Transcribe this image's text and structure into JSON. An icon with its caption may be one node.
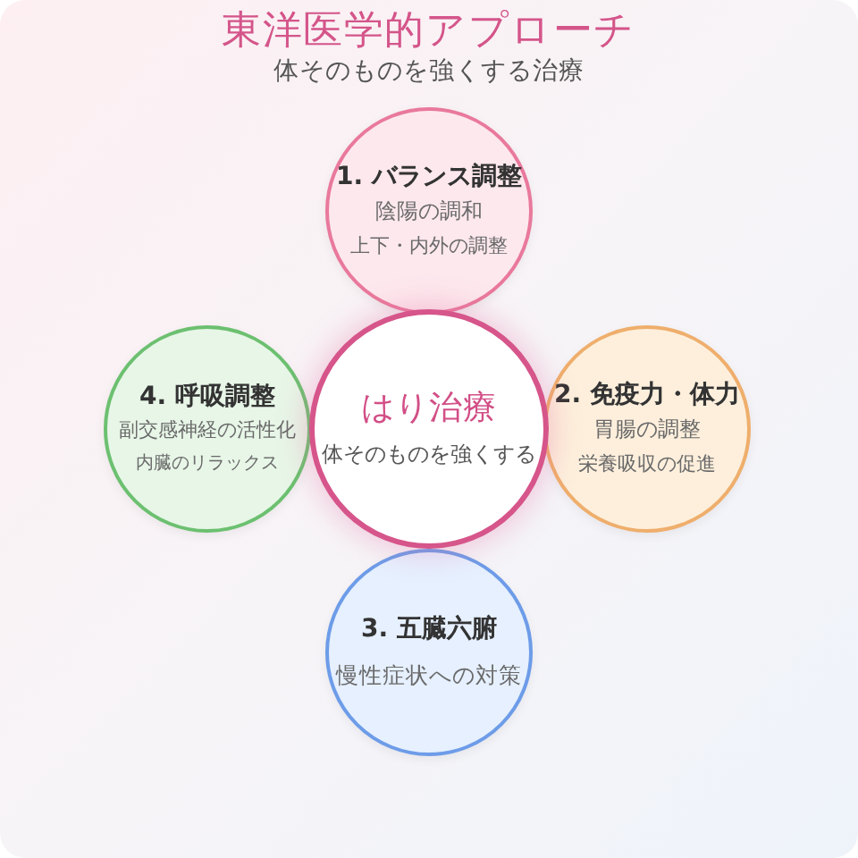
{
  "diagram": {
    "title": "東洋医学的アプローチ",
    "nodes": [
      {
        "text": [
          "1. バランス調整",
          "陰陽の調和",
          "上下・内外の調整"
        ]
      },
      {
        "text": [
          "4. 呼吸調整",
          "副交感神経の活性化",
          "内臓のリラックス"
        ]
      },
      {
        "text": [
          "はり治療",
          "体そのものを強くする"
        ]
      },
      {
        "text": [
          "2. 免疫力・体力",
          "胃腸の調整",
          "栄養吸収の促進"
        ]
      },
      {
        "text": [
          "3. 五臓六腑",
          "慢性症状への対策"
        ]
      }
    ],
    "labels": [
      "体そのものを強くする治療"
    ]
  }
}
